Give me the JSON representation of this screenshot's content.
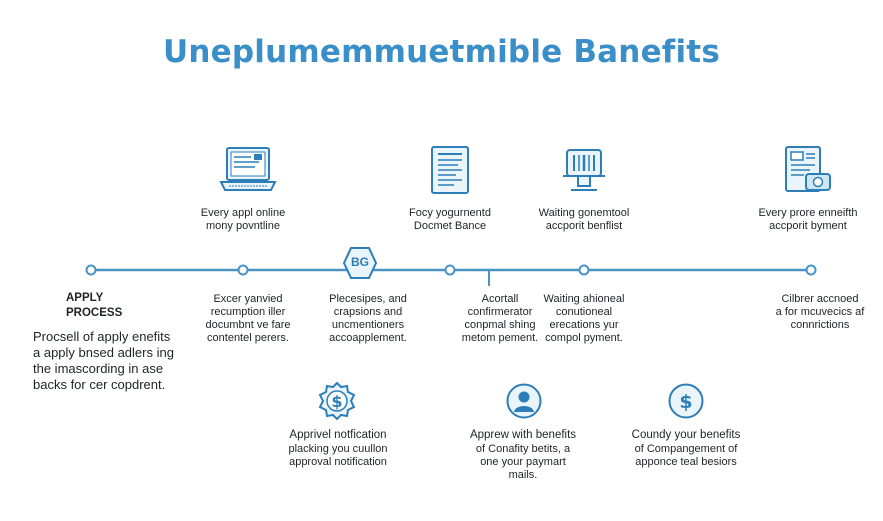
{
  "title": "Uneplumemmuetmible Banefits",
  "top_labels": [
    {
      "line1": "Every appl online",
      "line2": "mony povntline"
    },
    {
      "line1": "Focy yogurnentd",
      "line2": "Docmet Bance"
    },
    {
      "line1": "Waiting gonemtool",
      "line2": "accporit benflist"
    },
    {
      "line1": "Every prore enneifth",
      "line2": "accporit byment"
    }
  ],
  "badge_text": "BG",
  "apply": {
    "heading1": "APPLY",
    "heading2": "PROCESS",
    "lines": [
      "Procsell of apply enefits",
      "a apply bnsed adlers ing",
      "the imascording in ase",
      "backs for cer copdrent."
    ]
  },
  "below_labels": [
    {
      "lines": [
        "Excer yanvied",
        "recumption iller",
        "documbnt ve fare",
        "contentel perers."
      ]
    },
    {
      "lines": [
        "Plecesipes, and",
        "crapsions and",
        "uncmentioners",
        "accoapplement."
      ]
    },
    {
      "lines": [
        "Acortall",
        "confirmerator",
        "conpmal shing",
        "metom pement."
      ]
    },
    {
      "lines": [
        "Waiting ahioneal",
        "conutioneal",
        "erecations yur",
        "compol pyment."
      ]
    },
    {
      "lines": [
        "Cilbrer accnoed",
        "a for mcuvecics af",
        "connrictions"
      ]
    }
  ],
  "bottom_items": [
    {
      "heading": "Apprivel notfication",
      "lines": [
        "placking you cuullon",
        "approval notification"
      ]
    },
    {
      "heading": "Apprew with benefits",
      "lines": [
        "of Conafity betits, a",
        "one your paymart",
        "mails."
      ]
    },
    {
      "heading": "Coundy your benefits",
      "lines": [
        "of Compangement of",
        "apponce teal besiors"
      ]
    }
  ],
  "icons": [
    "laptop-icon",
    "document-icon",
    "scanner-icon",
    "receipt-icon",
    "badge-icon",
    "dollar-gear-icon",
    "person-icon",
    "dollar-circle-icon"
  ],
  "colors": {
    "accent": "#3a8fc8",
    "line": "#4a93c5",
    "text": "#1f2328"
  }
}
